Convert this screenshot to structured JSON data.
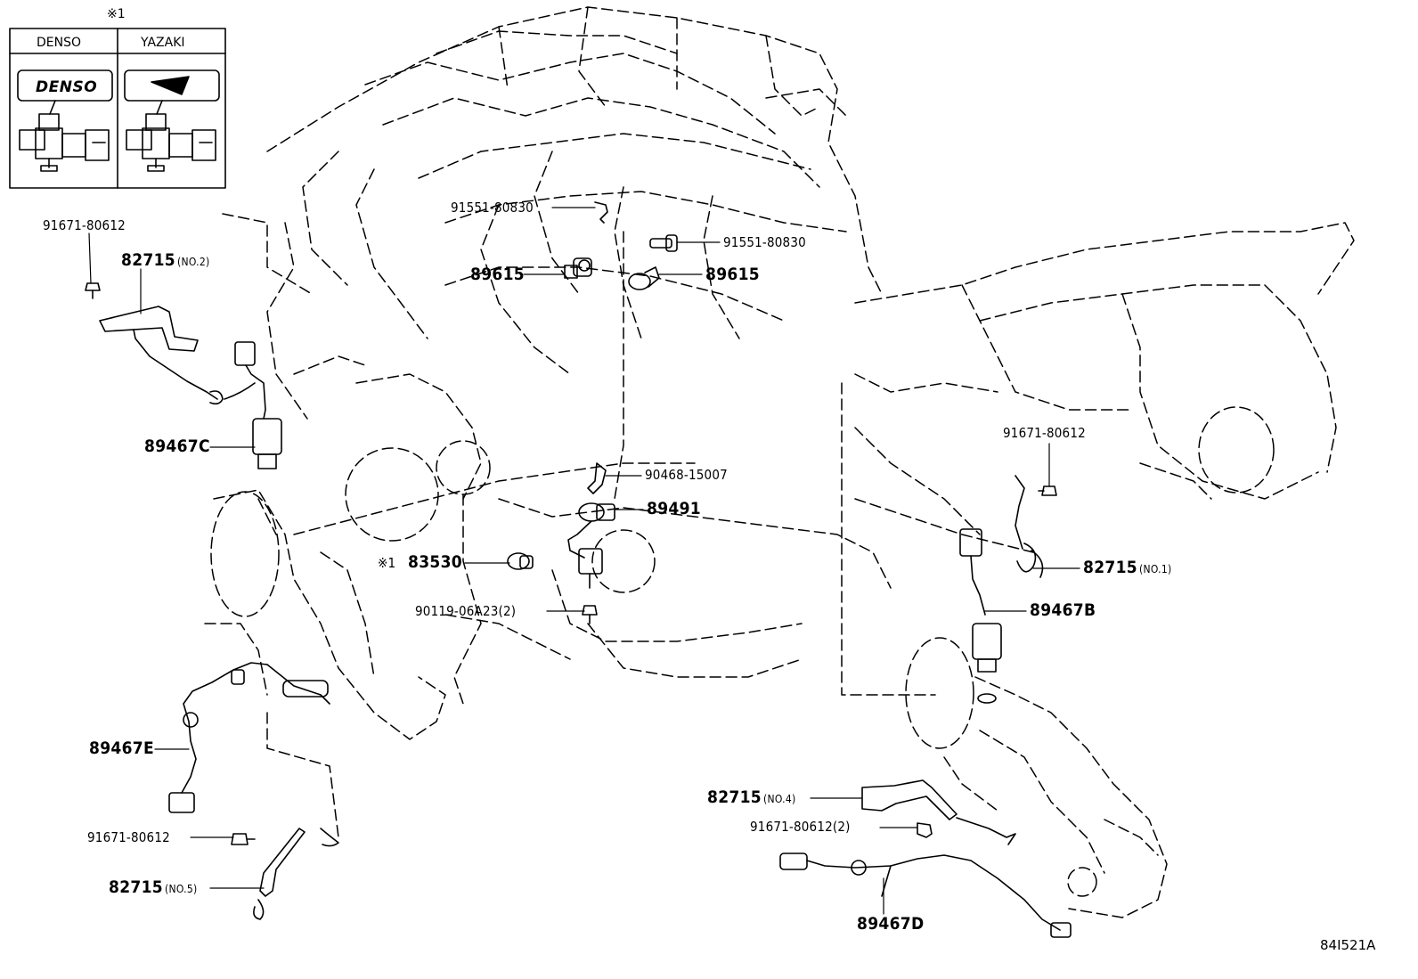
{
  "inset": {
    "ref_mark": "※1",
    "col_left": "DENSO",
    "col_right": "YAZAKI",
    "logo_text": "DENSO"
  },
  "labels": {
    "l_91671_80612_tl": "91671-80612",
    "l_82715_no2": "82715",
    "l_82715_no2_note": "(NO.2)",
    "l_91551_80830_a": "91551-80830",
    "l_91551_80830_b": "91551-80830",
    "l_89615_a": "89615",
    "l_89615_b": "89615",
    "l_89467c": "89467C",
    "l_90468_15007": "90468-15007",
    "l_89491": "89491",
    "l_83530": "83530",
    "l_83530_mark": "※1",
    "l_90119_06a23": "90119-06A23(2)",
    "l_91671_80612_r": "91671-80612",
    "l_82715_no1": "82715",
    "l_82715_no1_note": "(NO.1)",
    "l_89467b": "89467B",
    "l_89467e": "89467E",
    "l_91671_80612_bl": "91671-80612",
    "l_82715_no5": "82715",
    "l_82715_no5_note": "(NO.5)",
    "l_82715_no4": "82715",
    "l_82715_no4_note": "(NO.4)",
    "l_91671_80612_2": "91671-80612(2)",
    "l_89467d": "89467D"
  },
  "illustration_id": "84I521A"
}
